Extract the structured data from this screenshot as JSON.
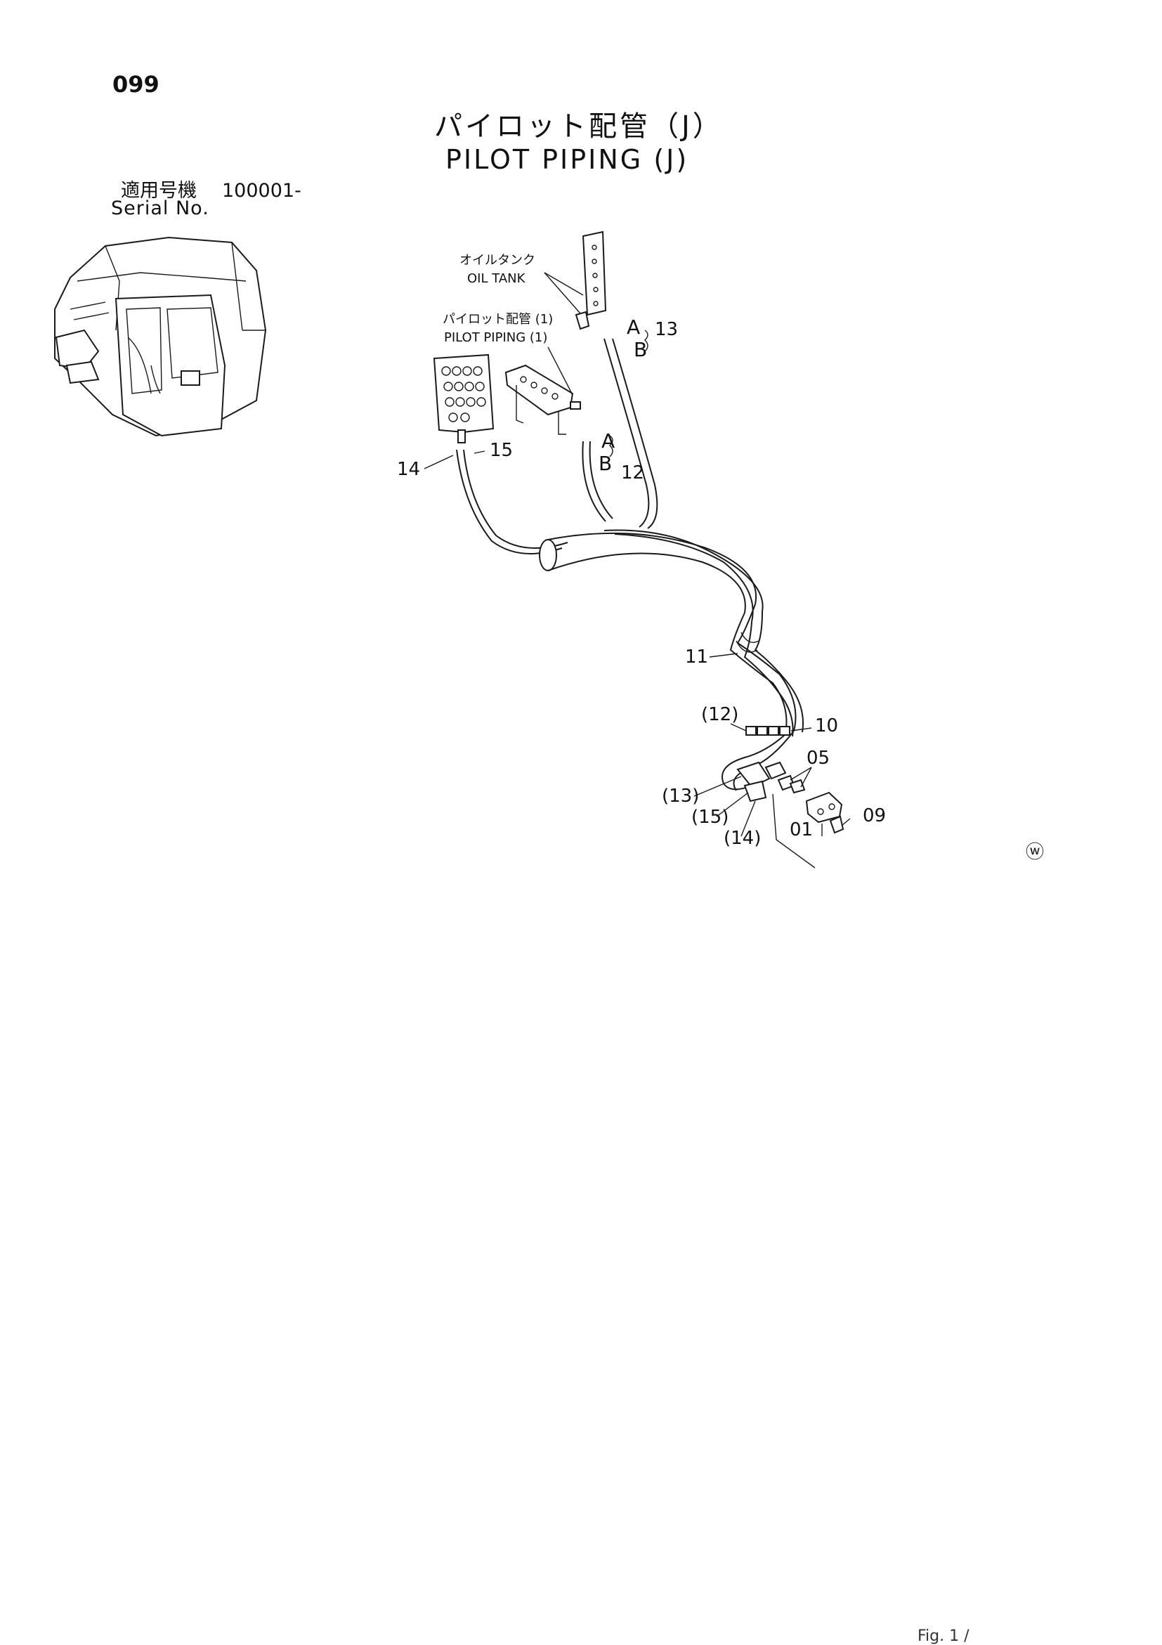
{
  "page_number": "099",
  "title": {
    "jp": "パイロット配管（J）",
    "en": "PILOT PIPING (J)"
  },
  "serial": {
    "label_jp": "適用号機",
    "label_en": "Serial No.",
    "value": "100001-"
  },
  "diagram": {
    "labels": {
      "oil_tank_jp": "オイルタンク",
      "oil_tank_en": "OIL TANK",
      "pilot_piping_jp": "パイロット配管 (1)",
      "pilot_piping_en": "PILOT PIPING (1)"
    },
    "callouts": {
      "a1": "A",
      "b1": "B",
      "p13": "13",
      "a2": "A",
      "b2": "B",
      "p12": "12",
      "p14": "14",
      "p15": "15",
      "p11": "11",
      "p12_ref": "(12)",
      "p10": "10",
      "p05": "05",
      "p13_ref": "(13)",
      "p15_ref": "(15)",
      "p14_ref": "(14)",
      "p01": "01",
      "p09": "09"
    },
    "mark": "ⓦ"
  },
  "footer": "Fig. 1 /"
}
